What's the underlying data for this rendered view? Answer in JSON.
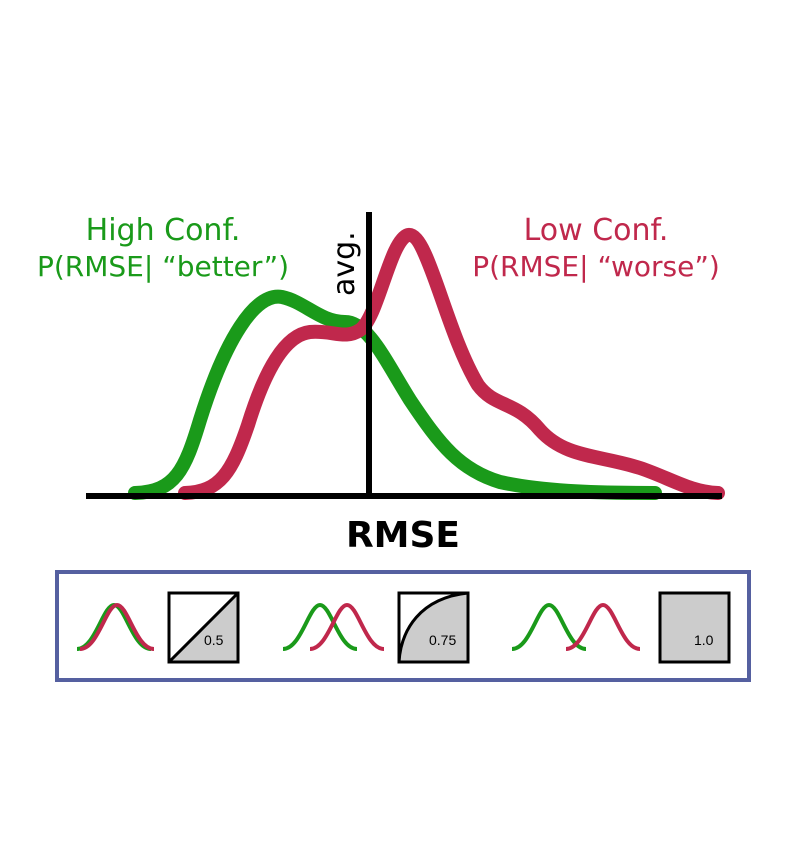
{
  "colors": {
    "green": "#1a9a1a",
    "red": "#c0284c",
    "axis": "#000000",
    "legend_border": "#5560a0",
    "box_fill": "#cccccc"
  },
  "main": {
    "green_label_line1": "High Conf.",
    "green_label_line2": "P(RMSE| “better”)",
    "red_label_line1": "Low Conf.",
    "red_label_line2": "P(RMSE| “worse”)",
    "avg_label": "avg.",
    "xlabel": "RMSE"
  },
  "legend": {
    "panels": [
      {
        "auc_label": "0.5"
      },
      {
        "auc_label": "0.75"
      },
      {
        "auc_label": "1.0"
      }
    ]
  }
}
